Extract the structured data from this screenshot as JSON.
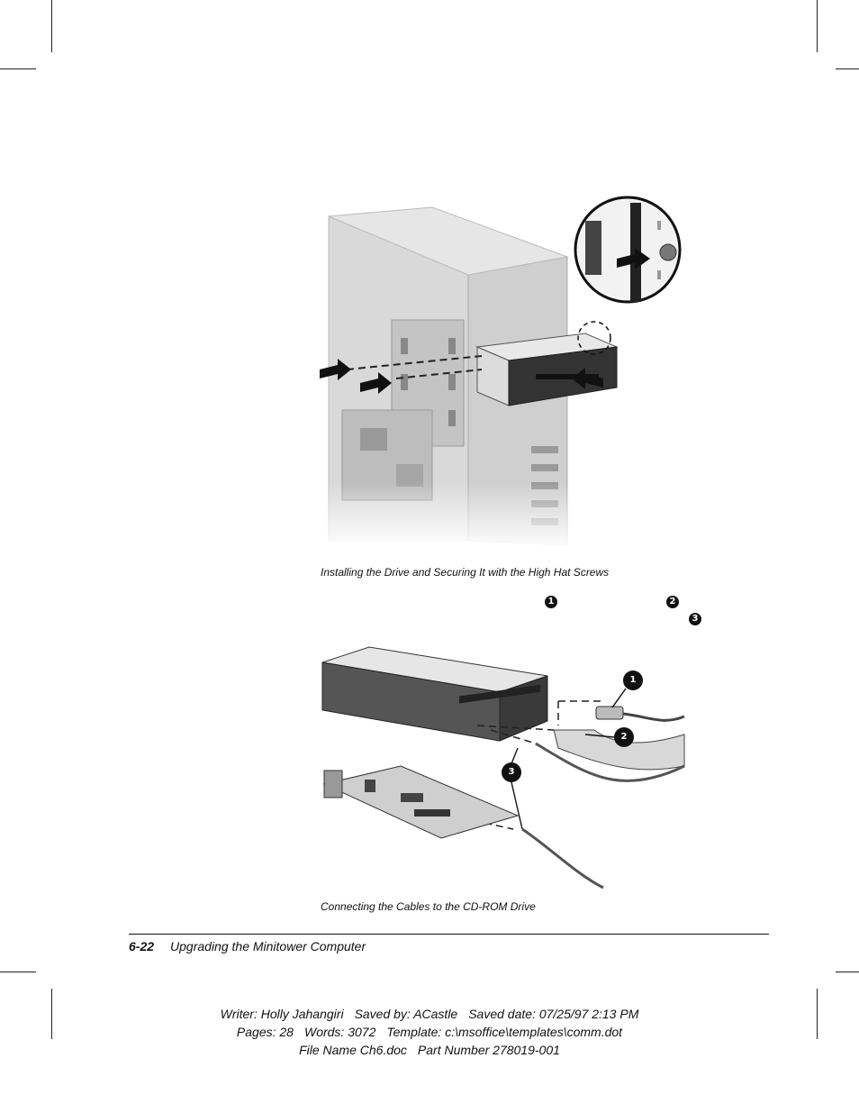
{
  "figure1": {
    "caption": "Installing the Drive and Securing It with the High Hat Screws"
  },
  "callouts_text": [
    "1",
    "2",
    "3"
  ],
  "figure2": {
    "caption": "Connecting the Cables to the CD-ROM Drive",
    "labels": [
      "1",
      "2",
      "3"
    ]
  },
  "footer": {
    "page_number": "6-22",
    "chapter_title": "Upgrading the Minitower Computer"
  },
  "meta": {
    "writer": "Writer: Holly Jahangiri",
    "saved_by": "Saved by: ACastle",
    "saved_date": "Saved date: 07/25/97 2:13 PM",
    "pages": "Pages: 28",
    "words": "Words: 3072",
    "template": "Template: c:\\msoffice\\templates\\comm.dot",
    "file_name": "File Name Ch6.doc",
    "part_number": "Part Number 278019-001"
  }
}
